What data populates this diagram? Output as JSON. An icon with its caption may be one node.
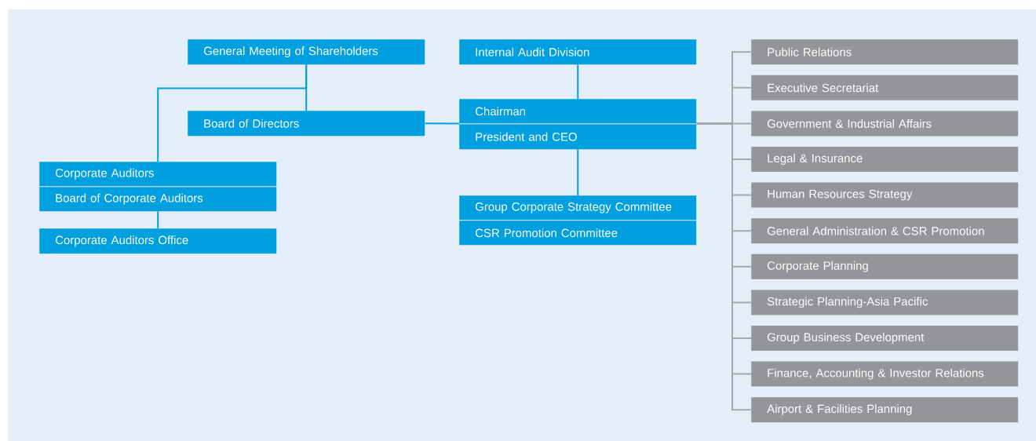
{
  "diagram": {
    "nodes": [
      {
        "text": [
          "General Meeting of Shareholders"
        ]
      },
      {
        "text": [
          "Internal Audit Division"
        ]
      },
      {
        "text": [
          "Board of Directors"
        ]
      },
      {
        "text": [
          "Chairman"
        ]
      },
      {
        "text": [
          "President and CEO"
        ]
      },
      {
        "text": [
          "Corporate Auditors"
        ]
      },
      {
        "text": [
          "Board of Corporate Auditors"
        ]
      },
      {
        "text": [
          "Group Corporate Strategy Committee"
        ]
      },
      {
        "text": [
          "CSR Promotion Committee"
        ]
      },
      {
        "text": [
          "Corporate Auditors Office"
        ]
      },
      {
        "text": [
          "Public Relations"
        ]
      },
      {
        "text": [
          "Executive Secretariat"
        ]
      },
      {
        "text": [
          "Government & Industrial Affairs"
        ]
      },
      {
        "text": [
          "Legal & Insurance"
        ]
      },
      {
        "text": [
          "Human Resources Strategy"
        ]
      },
      {
        "text": [
          "General Administration & CSR Promotion"
        ]
      },
      {
        "text": [
          "Corporate Planning"
        ]
      },
      {
        "text": [
          "Strategic Planning-Asia Pacific"
        ]
      },
      {
        "text": [
          "Group Business Development"
        ]
      },
      {
        "text": [
          "Finance, Accounting & Investor Relations"
        ]
      },
      {
        "text": [
          "Airport & Facilities Planning"
        ]
      }
    ],
    "edges": [
      {
        "from": 0,
        "to": 2,
        "arrow": "none",
        "color": "#00a0e0"
      },
      {
        "from": 0,
        "to": 5,
        "arrow": "none",
        "color": "#00a0e0"
      },
      {
        "from": 2,
        "to": 3,
        "arrow": "none",
        "color": "#00a0e0"
      },
      {
        "from": 1,
        "to": 3,
        "arrow": "none",
        "color": "#00a0e0"
      },
      {
        "from": 4,
        "to": 7,
        "arrow": "none",
        "color": "#00a0e0"
      },
      {
        "from": 6,
        "to": 9,
        "arrow": "none",
        "color": "#00a0e0"
      },
      {
        "from": 3,
        "to": 10,
        "arrow": "none"
      },
      {
        "from": 3,
        "to": 11,
        "arrow": "none"
      },
      {
        "from": 3,
        "to": 12,
        "arrow": "none"
      },
      {
        "from": 3,
        "to": 13,
        "arrow": "none"
      },
      {
        "from": 3,
        "to": 14,
        "arrow": "none"
      },
      {
        "from": 3,
        "to": 15,
        "arrow": "none"
      },
      {
        "from": 3,
        "to": 16,
        "arrow": "none"
      },
      {
        "from": 3,
        "to": 17,
        "arrow": "none"
      },
      {
        "from": 3,
        "to": 18,
        "arrow": "none"
      },
      {
        "from": 3,
        "to": 19,
        "arrow": "none"
      },
      {
        "from": 3,
        "to": 20,
        "arrow": "none"
      }
    ]
  }
}
